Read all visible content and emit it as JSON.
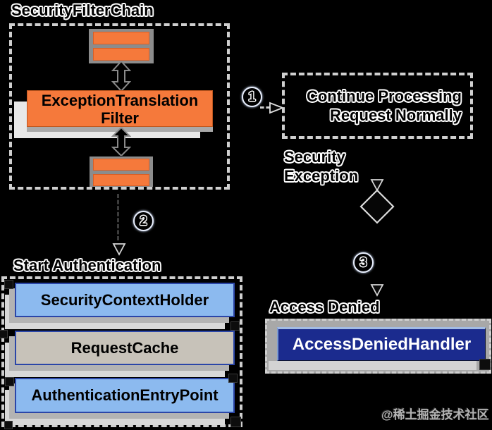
{
  "diagram_title": "SecurityFilterChain",
  "nodes": {
    "exception_translation_filter_line1": "ExceptionTranslation",
    "exception_translation_filter_line2": "Filter",
    "continue_processing_line1": "Continue Processing",
    "continue_processing_line2": "Request Normally",
    "security_context_holder": "SecurityContextHolder",
    "request_cache": "RequestCache",
    "authentication_entry_point": "AuthenticationEntryPoint",
    "access_denied_handler": "AccessDeniedHandler"
  },
  "labels": {
    "security_exception_line1": "Security",
    "security_exception_line2": "Exception",
    "start_authentication": "Start Authentication",
    "access_denied": "Access Denied"
  },
  "steps": {
    "one": "1",
    "two": "2",
    "three": "3"
  },
  "watermark": "@稀土掘金技术社区",
  "colors": {
    "background": "#000000",
    "orange": "#F5793B",
    "light_blue": "#8CBAEF",
    "beige_gray": "#C7C2B9",
    "navy": "#1B2B8E",
    "gray_block": "#8C8C8C",
    "shadow_light": "#E8E8E8",
    "shadow_mid": "#A9A9A9"
  }
}
